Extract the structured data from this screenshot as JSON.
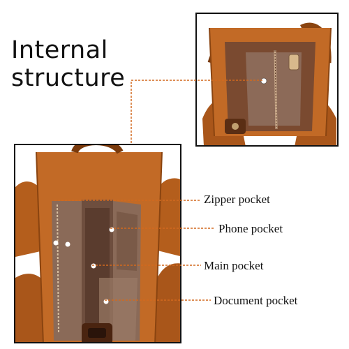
{
  "title": {
    "line1": "Internal",
    "line2": "structure"
  },
  "callouts": [
    {
      "label": "Zipper pocket"
    },
    {
      "label": "Phone pocket"
    },
    {
      "label": "Main pocket"
    },
    {
      "label": "Document pocket"
    }
  ],
  "colors": {
    "leather": "#b9621c",
    "leather_dark": "#6a3008",
    "lining": "#c56f2a",
    "pocket": "#8a6a58",
    "pocket_dark": "#4a3226",
    "connector": "#d2691e"
  }
}
